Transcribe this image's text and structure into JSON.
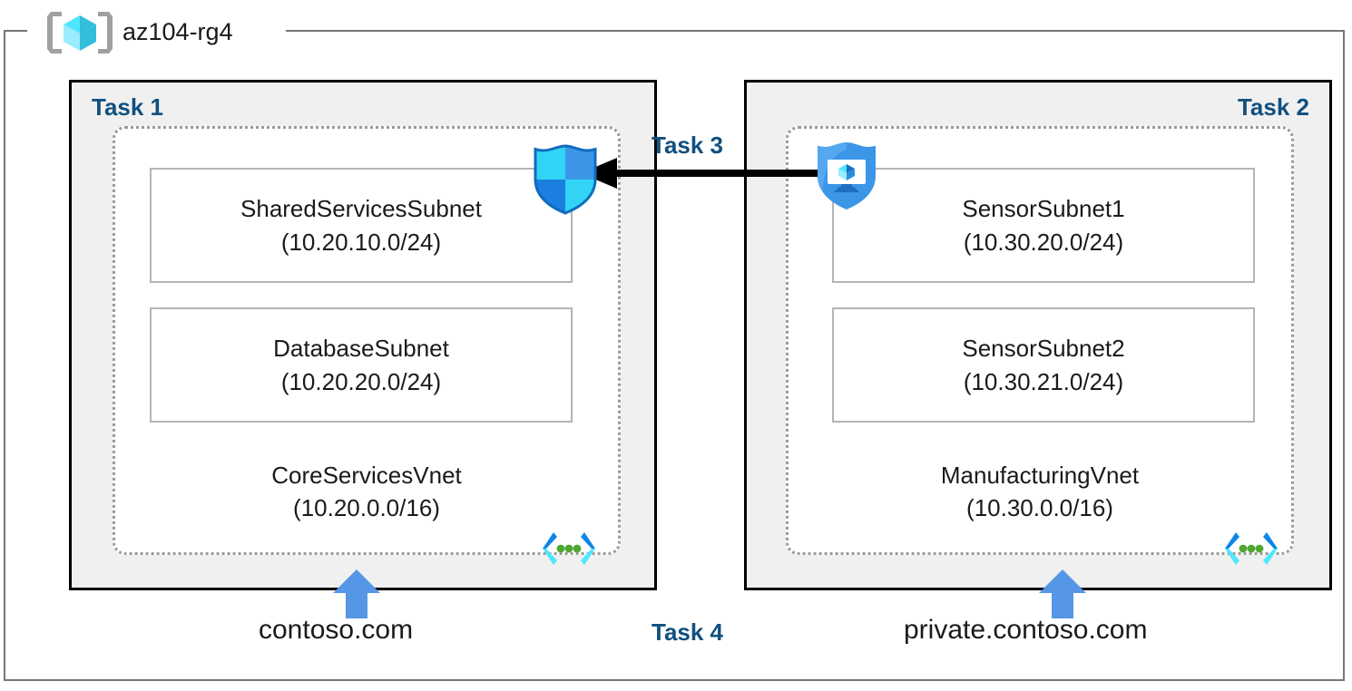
{
  "resource_group": {
    "name": "az104-rg4",
    "icon": "azure-resource-group-cube-icon"
  },
  "tasks": {
    "task1_label": "Task 1",
    "task2_label": "Task 2",
    "task3_label": "Task 3",
    "task4_label": "Task 4"
  },
  "colors": {
    "task_label": "#11507f",
    "task_box_fill": "#f0f0f0",
    "task_box_border": "#000000",
    "vnet_border": "#9a9a9a",
    "subnet_border": "#b4b4b4",
    "rg_border": "#767676",
    "arrow_blue": "#5596e6",
    "arrow_black": "#000000",
    "icon_blue": "#0f86e6",
    "icon_cyan": "#50e6ff",
    "dot_green": "#4ea72e"
  },
  "left": {
    "vnet": {
      "name": "CoreServicesVnet",
      "cidr": "(10.20.0.0/16)",
      "glyph_icon": "vnet-chevron-dots-icon"
    },
    "subnets": [
      {
        "name": "SharedServicesSubnet",
        "cidr": "(10.20.10.0/24)"
      },
      {
        "name": "DatabaseSubnet",
        "cidr": "(10.20.20.0/24)"
      }
    ],
    "dns_zone": "contoso.com",
    "firewall_icon": "azure-firewall-shield-icon"
  },
  "right": {
    "vnet": {
      "name": "ManufacturingVnet",
      "cidr": "(10.30.0.0/16)",
      "glyph_icon": "vnet-chevron-dots-icon"
    },
    "subnets": [
      {
        "name": "SensorSubnet1",
        "cidr": "(10.30.20.0/24)"
      },
      {
        "name": "SensorSubnet2",
        "cidr": "(10.30.21.0/24)"
      }
    ],
    "dns_zone": "private.contoso.com",
    "vm_shield_icon": "protected-virtual-machine-shield-icon"
  },
  "connection": {
    "direction": "right-to-left",
    "arrow_icon": "left-arrow-icon"
  }
}
